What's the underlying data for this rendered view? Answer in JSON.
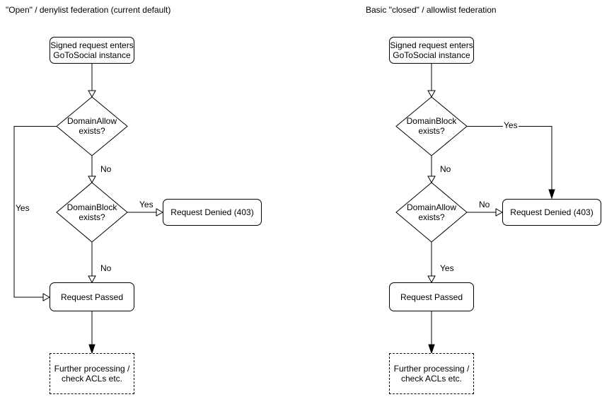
{
  "colors": {
    "stroke": "#000000",
    "background": "#ffffff",
    "text": "#000000"
  },
  "left_chart": {
    "title": "\"Open\" / denylist federation (current default)",
    "nodes": {
      "start": "Signed request enters\nGoToSocial instance",
      "decision_allow": "DomainAllow\nexists?",
      "decision_block": "DomainBlock\nexists?",
      "denied": "Request Denied (403)",
      "passed": "Request Passed",
      "further": "Further processing /\ncheck ACLs etc."
    },
    "edge_labels": {
      "allow_no": "No",
      "allow_yes": "Yes",
      "block_yes": "Yes",
      "block_no": "No"
    }
  },
  "right_chart": {
    "title": "Basic \"closed\" / allowlist federation",
    "nodes": {
      "start": "Signed request enters\nGoToSocial instance",
      "decision_block": "DomainBlock\nexists?",
      "decision_allow": "DomainAllow\nexists?",
      "denied": "Request Denied (403)",
      "passed": "Request Passed",
      "further": "Further processing /\ncheck ACLs etc."
    },
    "edge_labels": {
      "block_yes": "Yes",
      "block_no": "No",
      "allow_no": "No",
      "allow_yes": "Yes"
    }
  }
}
